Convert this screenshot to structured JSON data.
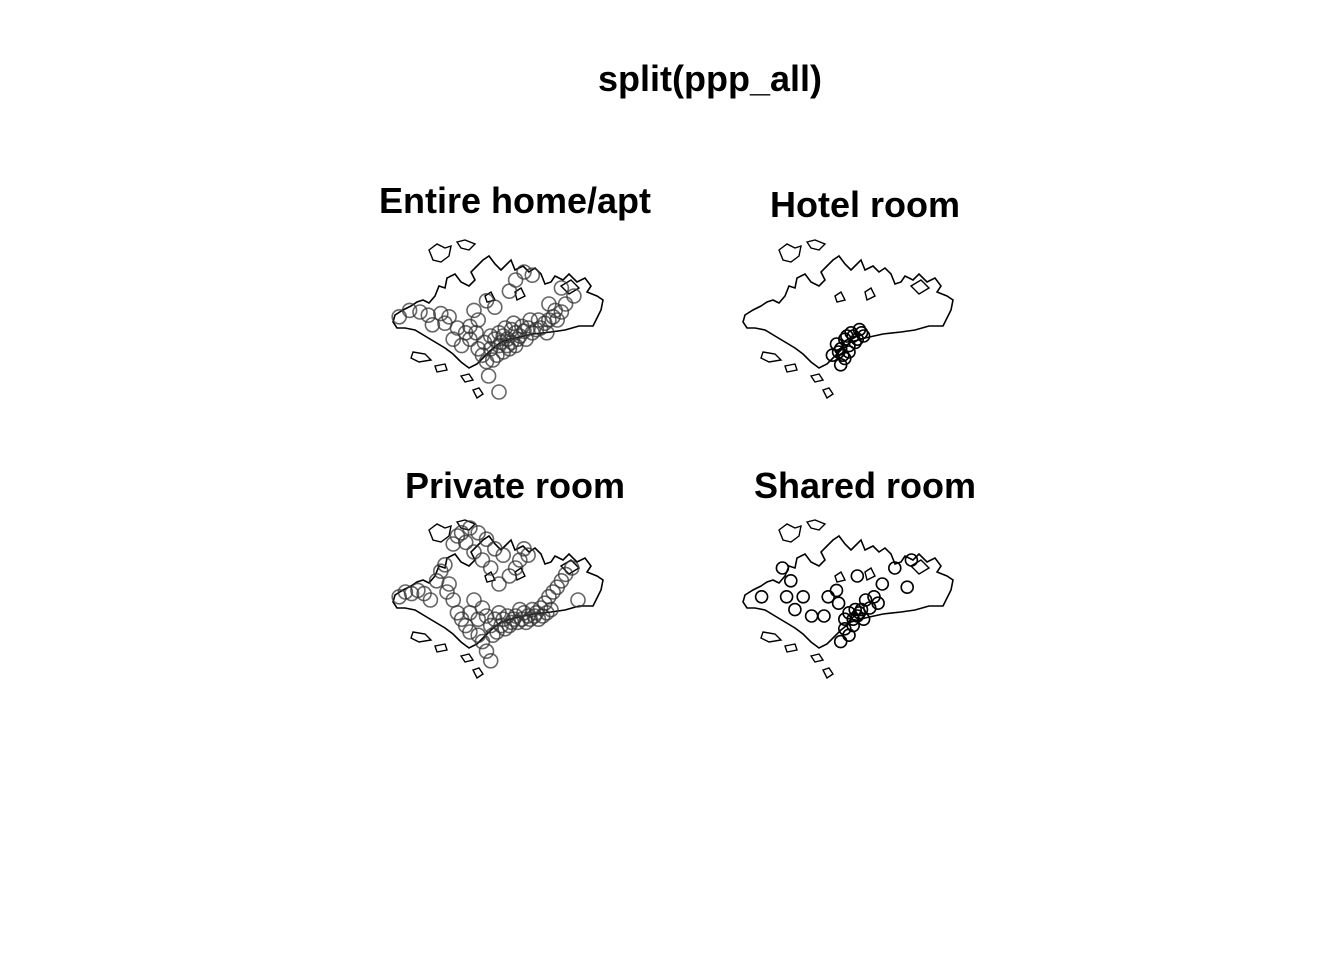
{
  "title": "split(ppp_all)",
  "chart_data": {
    "type": "scatter",
    "title": "split(ppp_all)",
    "panels": [
      {
        "name": "Entire home/apt",
        "density": "high",
        "points": [
          [
            0.02,
            0.48
          ],
          [
            0.12,
            0.45
          ],
          [
            0.16,
            0.47
          ],
          [
            0.22,
            0.46
          ],
          [
            0.26,
            0.48
          ],
          [
            0.3,
            0.55
          ],
          [
            0.34,
            0.58
          ],
          [
            0.36,
            0.62
          ],
          [
            0.4,
            0.68
          ],
          [
            0.42,
            0.72
          ],
          [
            0.44,
            0.76
          ],
          [
            0.45,
            0.85
          ],
          [
            0.5,
            0.95
          ],
          [
            0.46,
            0.6
          ],
          [
            0.48,
            0.62
          ],
          [
            0.5,
            0.58
          ],
          [
            0.52,
            0.6
          ],
          [
            0.54,
            0.62
          ],
          [
            0.56,
            0.56
          ],
          [
            0.58,
            0.58
          ],
          [
            0.6,
            0.6
          ],
          [
            0.62,
            0.57
          ],
          [
            0.64,
            0.55
          ],
          [
            0.66,
            0.58
          ],
          [
            0.68,
            0.56
          ],
          [
            0.7,
            0.55
          ],
          [
            0.72,
            0.52
          ],
          [
            0.74,
            0.5
          ],
          [
            0.76,
            0.48
          ],
          [
            0.78,
            0.5
          ],
          [
            0.8,
            0.45
          ],
          [
            0.82,
            0.4
          ],
          [
            0.86,
            0.35
          ],
          [
            0.55,
            0.32
          ],
          [
            0.58,
            0.25
          ],
          [
            0.62,
            0.2
          ],
          [
            0.66,
            0.22
          ],
          [
            0.48,
            0.42
          ],
          [
            0.44,
            0.38
          ],
          [
            0.4,
            0.5
          ],
          [
            0.38,
            0.44
          ],
          [
            0.28,
            0.62
          ],
          [
            0.32,
            0.66
          ],
          [
            0.5,
            0.66
          ],
          [
            0.52,
            0.7
          ],
          [
            0.54,
            0.66
          ],
          [
            0.56,
            0.64
          ],
          [
            0.58,
            0.66
          ],
          [
            0.47,
            0.75
          ],
          [
            0.53,
            0.55
          ],
          [
            0.57,
            0.52
          ],
          [
            0.61,
            0.54
          ],
          [
            0.63,
            0.62
          ],
          [
            0.65,
            0.5
          ],
          [
            0.69,
            0.5
          ],
          [
            0.73,
            0.58
          ],
          [
            0.77,
            0.44
          ],
          [
            0.36,
            0.54
          ],
          [
            0.24,
            0.52
          ],
          [
            0.18,
            0.53
          ],
          [
            0.07,
            0.44
          ],
          [
            0.74,
            0.4
          ],
          [
            0.8,
            0.3
          ],
          [
            0.46,
            0.68
          ],
          [
            0.49,
            0.72
          ],
          [
            0.51,
            0.64
          ],
          [
            0.55,
            0.68
          ],
          [
            0.59,
            0.62
          ],
          [
            0.43,
            0.64
          ],
          [
            0.39,
            0.58
          ]
        ]
      },
      {
        "name": "Hotel room",
        "density": "low",
        "points": [
          [
            0.44,
            0.65
          ],
          [
            0.46,
            0.68
          ],
          [
            0.48,
            0.62
          ],
          [
            0.5,
            0.66
          ],
          [
            0.52,
            0.6
          ],
          [
            0.54,
            0.62
          ],
          [
            0.56,
            0.58
          ],
          [
            0.5,
            0.7
          ],
          [
            0.47,
            0.72
          ],
          [
            0.53,
            0.64
          ],
          [
            0.55,
            0.56
          ],
          [
            0.49,
            0.6
          ],
          [
            0.45,
            0.7
          ],
          [
            0.51,
            0.58
          ],
          [
            0.57,
            0.6
          ],
          [
            0.42,
            0.72
          ],
          [
            0.48,
            0.74
          ],
          [
            0.46,
            0.78
          ]
        ]
      },
      {
        "name": "Private room",
        "density": "high",
        "points": [
          [
            0.02,
            0.48
          ],
          [
            0.05,
            0.45
          ],
          [
            0.08,
            0.46
          ],
          [
            0.11,
            0.44
          ],
          [
            0.14,
            0.46
          ],
          [
            0.17,
            0.5
          ],
          [
            0.2,
            0.38
          ],
          [
            0.22,
            0.32
          ],
          [
            0.24,
            0.28
          ],
          [
            0.26,
            0.4
          ],
          [
            0.28,
            0.5
          ],
          [
            0.3,
            0.58
          ],
          [
            0.32,
            0.62
          ],
          [
            0.34,
            0.66
          ],
          [
            0.36,
            0.7
          ],
          [
            0.4,
            0.72
          ],
          [
            0.42,
            0.76
          ],
          [
            0.44,
            0.82
          ],
          [
            0.46,
            0.88
          ],
          [
            0.48,
            0.62
          ],
          [
            0.5,
            0.58
          ],
          [
            0.52,
            0.62
          ],
          [
            0.54,
            0.6
          ],
          [
            0.56,
            0.64
          ],
          [
            0.58,
            0.6
          ],
          [
            0.6,
            0.56
          ],
          [
            0.62,
            0.58
          ],
          [
            0.64,
            0.6
          ],
          [
            0.66,
            0.56
          ],
          [
            0.68,
            0.58
          ],
          [
            0.7,
            0.55
          ],
          [
            0.72,
            0.52
          ],
          [
            0.74,
            0.48
          ],
          [
            0.76,
            0.45
          ],
          [
            0.78,
            0.42
          ],
          [
            0.8,
            0.38
          ],
          [
            0.82,
            0.34
          ],
          [
            0.85,
            0.3
          ],
          [
            0.88,
            0.5
          ],
          [
            0.6,
            0.25
          ],
          [
            0.62,
            0.18
          ],
          [
            0.64,
            0.22
          ],
          [
            0.58,
            0.3
          ],
          [
            0.55,
            0.35
          ],
          [
            0.5,
            0.4
          ],
          [
            0.46,
            0.3
          ],
          [
            0.42,
            0.25
          ],
          [
            0.38,
            0.2
          ],
          [
            0.34,
            0.14
          ],
          [
            0.3,
            0.1
          ],
          [
            0.28,
            0.15
          ],
          [
            0.32,
            0.08
          ],
          [
            0.36,
            0.05
          ],
          [
            0.4,
            0.08
          ],
          [
            0.44,
            0.12
          ],
          [
            0.48,
            0.18
          ],
          [
            0.52,
            0.22
          ],
          [
            0.25,
            0.45
          ],
          [
            0.38,
            0.5
          ],
          [
            0.42,
            0.55
          ],
          [
            0.46,
            0.66
          ],
          [
            0.49,
            0.7
          ],
          [
            0.51,
            0.66
          ],
          [
            0.53,
            0.68
          ],
          [
            0.55,
            0.66
          ],
          [
            0.57,
            0.62
          ],
          [
            0.59,
            0.64
          ],
          [
            0.61,
            0.62
          ],
          [
            0.63,
            0.64
          ],
          [
            0.65,
            0.62
          ],
          [
            0.67,
            0.6
          ],
          [
            0.69,
            0.62
          ],
          [
            0.71,
            0.6
          ],
          [
            0.73,
            0.58
          ],
          [
            0.75,
            0.56
          ],
          [
            0.4,
            0.62
          ],
          [
            0.44,
            0.6
          ],
          [
            0.36,
            0.58
          ],
          [
            0.47,
            0.72
          ]
        ]
      },
      {
        "name": "Shared room",
        "density": "low",
        "points": [
          [
            0.08,
            0.48
          ],
          [
            0.18,
            0.3
          ],
          [
            0.22,
            0.38
          ],
          [
            0.2,
            0.48
          ],
          [
            0.24,
            0.56
          ],
          [
            0.32,
            0.6
          ],
          [
            0.38,
            0.6
          ],
          [
            0.45,
            0.52
          ],
          [
            0.48,
            0.62
          ],
          [
            0.5,
            0.58
          ],
          [
            0.52,
            0.66
          ],
          [
            0.54,
            0.6
          ],
          [
            0.56,
            0.56
          ],
          [
            0.58,
            0.5
          ],
          [
            0.6,
            0.55
          ],
          [
            0.62,
            0.48
          ],
          [
            0.64,
            0.52
          ],
          [
            0.66,
            0.4
          ],
          [
            0.72,
            0.3
          ],
          [
            0.8,
            0.25
          ],
          [
            0.78,
            0.42
          ],
          [
            0.54,
            0.35
          ],
          [
            0.5,
            0.72
          ],
          [
            0.46,
            0.76
          ],
          [
            0.48,
            0.68
          ],
          [
            0.52,
            0.62
          ],
          [
            0.55,
            0.58
          ],
          [
            0.57,
            0.62
          ],
          [
            0.53,
            0.56
          ],
          [
            0.4,
            0.48
          ],
          [
            0.44,
            0.44
          ],
          [
            0.28,
            0.48
          ]
        ]
      }
    ]
  }
}
